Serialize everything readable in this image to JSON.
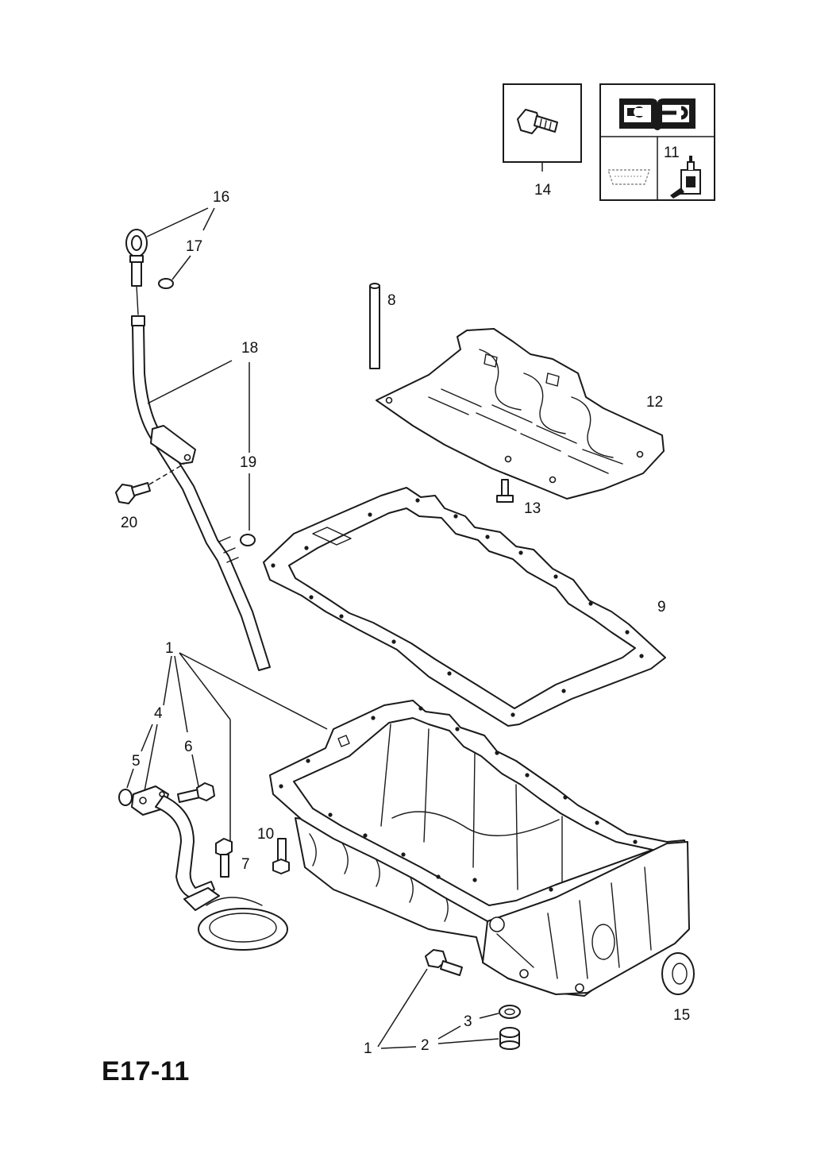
{
  "diagram": {
    "code": "E17-11",
    "box_part_number": "14",
    "box_service_number": "11",
    "callouts": {
      "c1_a": "1",
      "c1_b": "1",
      "c2": "2",
      "c3": "3",
      "c4": "4",
      "c5": "5",
      "c6": "6",
      "c7": "7",
      "c8": "8",
      "c9": "9",
      "c10": "10",
      "c12": "12",
      "c13": "13",
      "c15": "15",
      "c16": "16",
      "c17": "17",
      "c18": "18",
      "c19": "19",
      "c20": "20"
    }
  },
  "icons": {
    "manual": "manual-with-wrench-icon",
    "sealant": "sealant-tube-icon",
    "gasket_outline": "oil-pan-outline-icon",
    "bolt": "bolt-icon"
  }
}
